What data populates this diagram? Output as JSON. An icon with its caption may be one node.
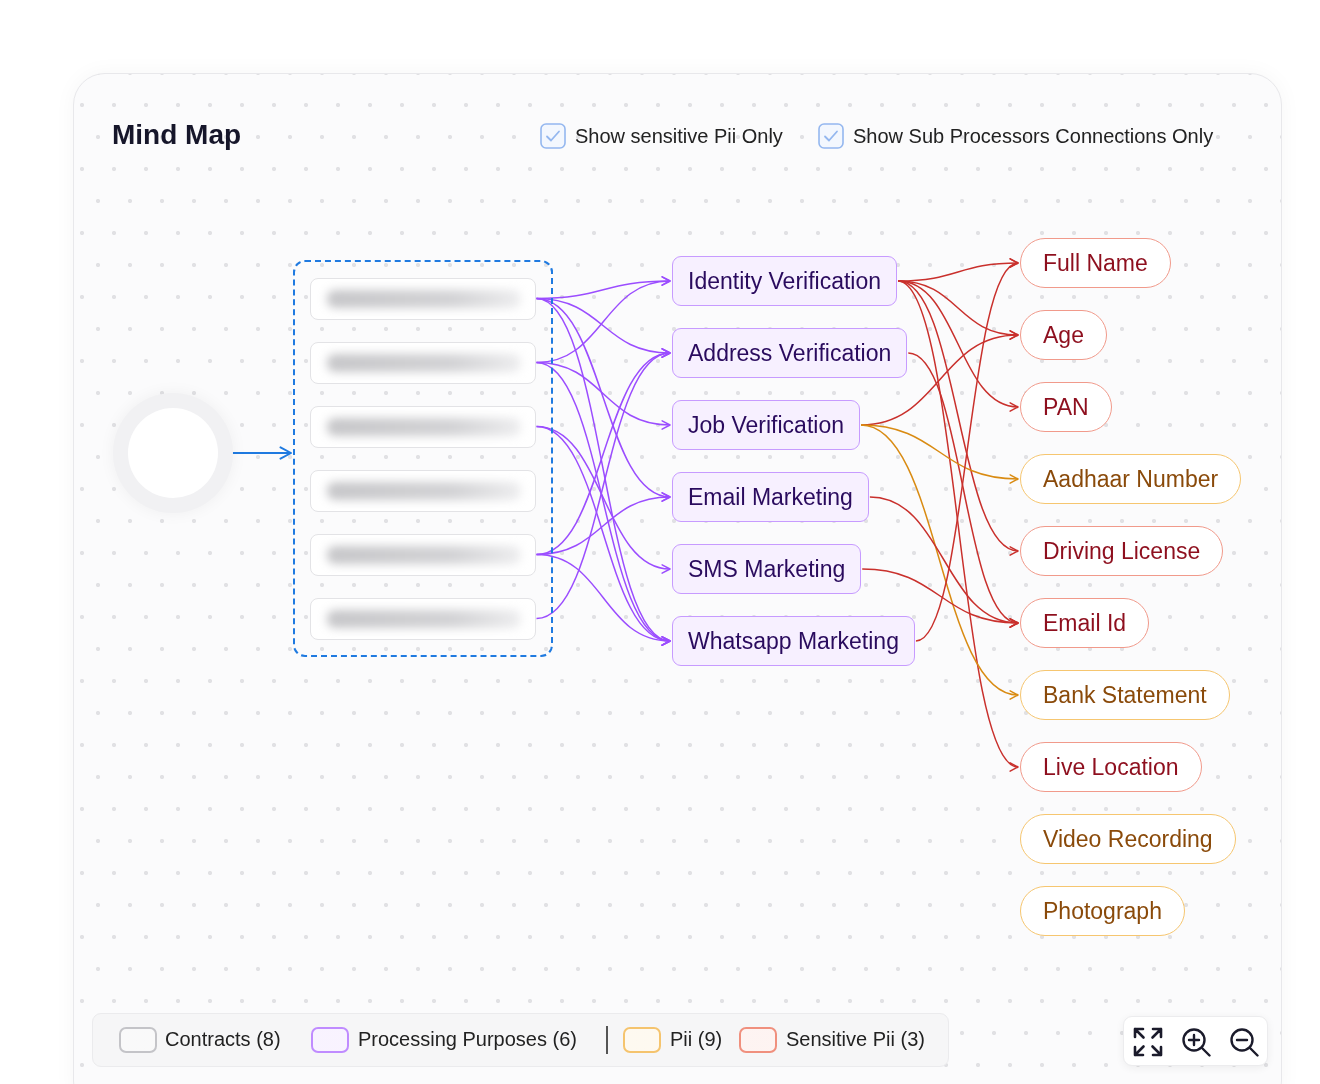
{
  "diagram": {
    "title": "Mind Map",
    "nodes": [
      {
        "text": [],
        "shape": "circle"
      },
      {
        "text": [],
        "shape": "box"
      },
      {
        "text": [],
        "shape": "box",
        "in": 1
      },
      {
        "text": [],
        "shape": "box",
        "in": 1
      },
      {
        "text": [],
        "shape": "box",
        "in": 1
      },
      {
        "text": [],
        "shape": "box",
        "in": 1
      },
      {
        "text": [],
        "shape": "box",
        "in": 1
      },
      {
        "text": [],
        "shape": "box",
        "in": 1
      },
      {
        "text": [
          "Identity Verification"
        ]
      },
      {
        "text": [
          "Address Verification"
        ]
      },
      {
        "text": [
          "Job Verification"
        ]
      },
      {
        "text": [
          "Email Marketing"
        ]
      },
      {
        "text": [
          "SMS Marketing"
        ]
      },
      {
        "text": [
          "Whatsapp Marketing"
        ]
      },
      {
        "text": [
          "Full Name"
        ]
      },
      {
        "text": [
          "Age"
        ]
      },
      {
        "text": [
          "PAN"
        ]
      },
      {
        "text": [
          "Aadhaar Number"
        ]
      },
      {
        "text": [
          "Driving License"
        ]
      },
      {
        "text": [
          "Email Id"
        ]
      },
      {
        "text": [
          "Bank Statement"
        ]
      },
      {
        "text": [
          "Live Location"
        ]
      },
      {
        "text": [
          "Video Recording"
        ]
      },
      {
        "text": [
          "Photograph"
        ]
      }
    ],
    "edges": [
      {
        "from": 0,
        "to": 1,
        "arrow": "to",
        "color": "#1f7ae0"
      },
      {
        "from": 2,
        "to": 8,
        "arrow": "to"
      },
      {
        "from": 2,
        "to": 9,
        "arrow": "to"
      },
      {
        "from": 2,
        "to": 11,
        "arrow": "to"
      },
      {
        "from": 2,
        "to": 13,
        "arrow": "to"
      },
      {
        "from": 3,
        "to": 8,
        "arrow": "to"
      },
      {
        "from": 3,
        "to": 10,
        "arrow": "to"
      },
      {
        "from": 3,
        "to": 13,
        "arrow": "to"
      },
      {
        "from": 4,
        "to": 12,
        "arrow": "to"
      },
      {
        "from": 4,
        "to": 13,
        "arrow": "to"
      },
      {
        "from": 6,
        "to": 9,
        "arrow": "to"
      },
      {
        "from": 6,
        "to": 11,
        "arrow": "to"
      },
      {
        "from": 6,
        "to": 13,
        "arrow": "to"
      },
      {
        "from": 7,
        "to": 9,
        "arrow": "to"
      },
      {
        "from": 8,
        "to": 14,
        "arrow": "to",
        "color": "#c9302c"
      },
      {
        "from": 8,
        "to": 15,
        "arrow": "to",
        "color": "#c9302c"
      },
      {
        "from": 8,
        "to": 16,
        "arrow": "to",
        "color": "#c9302c"
      },
      {
        "from": 8,
        "to": 18,
        "arrow": "to",
        "color": "#c9302c"
      },
      {
        "from": 8,
        "to": 21,
        "arrow": "to",
        "color": "#c9302c"
      },
      {
        "from": 9,
        "to": 19,
        "arrow": "to",
        "color": "#c9302c"
      },
      {
        "from": 10,
        "to": 15,
        "arrow": "to",
        "color": "#c9302c"
      },
      {
        "from": 10,
        "to": 17,
        "arrow": "to",
        "color": "#d98b12"
      },
      {
        "from": 10,
        "to": 20,
        "arrow": "to",
        "color": "#d98b12"
      },
      {
        "from": 11,
        "to": 19,
        "arrow": "to",
        "color": "#c9302c"
      },
      {
        "from": 12,
        "to": 19,
        "arrow": "to",
        "color": "#c9302c"
      },
      {
        "from": 13,
        "to": 14,
        "arrow": "to",
        "color": "#c9302c"
      }
    ],
    "labels": [
      "Show sensitive Pii Only",
      "Show Sub Processors Connections Only"
    ],
    "legend": [
      {
        "text": "Contracts (8)",
        "color": "#c4c4c8"
      },
      {
        "text": "Processing Purposes (6)",
        "color": "#c08cff"
      },
      {
        "text": "Pii (9)",
        "color": "#f5c46e"
      },
      {
        "text": "Sensitive Pii (3)",
        "color": "#f0907e"
      }
    ]
  }
}
